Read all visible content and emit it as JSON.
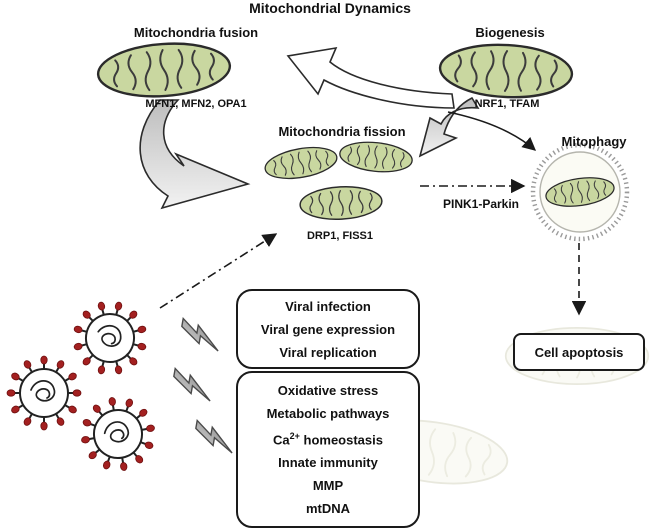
{
  "title": "Mitochondrial Dynamics",
  "fusion": {
    "label": "Mitochondria fusion",
    "genes": "MFN1, MFN2, OPA1"
  },
  "biogenesis": {
    "label": "Biogenesis",
    "genes": "NRF1, TFAM"
  },
  "fission": {
    "label": "Mitochondria fission",
    "genes": "DRP1, FISS1"
  },
  "mitophagy": {
    "label": "Mitophagy",
    "pathway": "PINK1-Parkin"
  },
  "apoptosis": {
    "label": "Cell apoptosis"
  },
  "viral_box": {
    "line1": "Viral infection",
    "line2": "Viral gene expression",
    "line3": "Viral replication"
  },
  "effects_box": {
    "line1": "Oxidative stress",
    "line2": "Metabolic pathways",
    "ca_pre": "Ca",
    "ca_sup": "2+",
    "ca_post": " homeostasis",
    "line4": "Innate immunity",
    "line5": "MMP",
    "line6": "mtDNA"
  },
  "colors": {
    "mitochondrion_fill": "#c9d7a0",
    "mitochondrion_stroke": "#2b2b2b",
    "virus_spike": "#a32020",
    "arrow_outline": "#2b2b2b",
    "bolt_gray": "#8a8a8a"
  }
}
